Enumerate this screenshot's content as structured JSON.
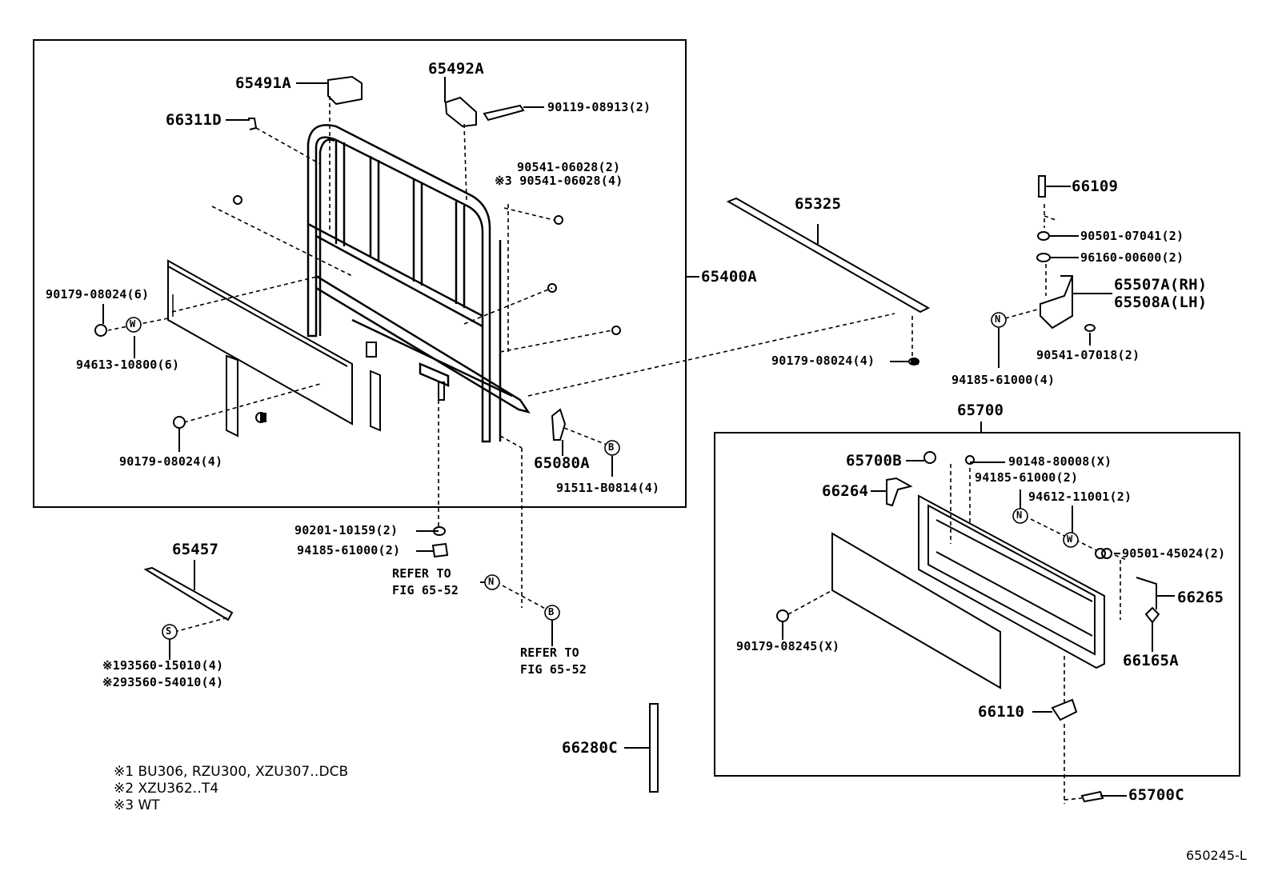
{
  "labels": {
    "p65491A": "65491A",
    "p65492A": "65492A",
    "p90119_08913": "90119-08913(2)",
    "p66311D": "66311D",
    "p90541_06028a": "90541-06028(2)",
    "p90541_06028b": "※3 90541-06028(4)",
    "p65400A": "65400A",
    "p90179_08024_6": "90179-08024(6)",
    "p94613_10800": "94613-10800(6)",
    "p90179_08024_4a": "90179-08024(4)",
    "p65080A": "65080A",
    "p91511_B0814": "91511-B0814(4)",
    "p65325": "65325",
    "p90179_08024_4b": "90179-08024(4)",
    "p66109": "66109",
    "p90501_07041": "90501-07041(2)",
    "p96160_00600": "96160-00600(2)",
    "p65507A": "65507A(RH)",
    "p65508A": "65508A(LH)",
    "p90541_07018": "90541-07018(2)",
    "p94185_61000_4": "94185-61000(4)",
    "p65700": "65700",
    "p65700B": "65700B",
    "p90148_80008": "90148-80008(X)",
    "p94185_61000_2b": "94185-61000(2)",
    "p94612_11001": "94612-11001(2)",
    "p66264": "66264",
    "p90501_45024": "90501-45024(2)",
    "p66265": "66265",
    "p90179_08245": "90179-08245(X)",
    "p66165A": "66165A",
    "p66110": "66110",
    "p65700C": "65700C",
    "p90201_10159": "90201-10159(2)",
    "p94185_61000_2a": "94185-61000(2)",
    "p65457": "65457",
    "p193560": "※193560-15010(4)",
    "p293560": "※293560-54010(4)",
    "p66280C": "66280C",
    "refer1_line1": "REFER TO",
    "refer1_line2": "FIG 65-52",
    "refer2_line1": "REFER TO",
    "refer2_line2": "FIG 65-52"
  },
  "symbols": {
    "W": "W",
    "N": "N",
    "B": "B",
    "S": "S"
  },
  "notes": [
    "※1 BU306, RZU300, XZU307‥DCB",
    "※2 XZU362‥T4",
    "※3 WT"
  ],
  "diagram_code": "650245-L"
}
